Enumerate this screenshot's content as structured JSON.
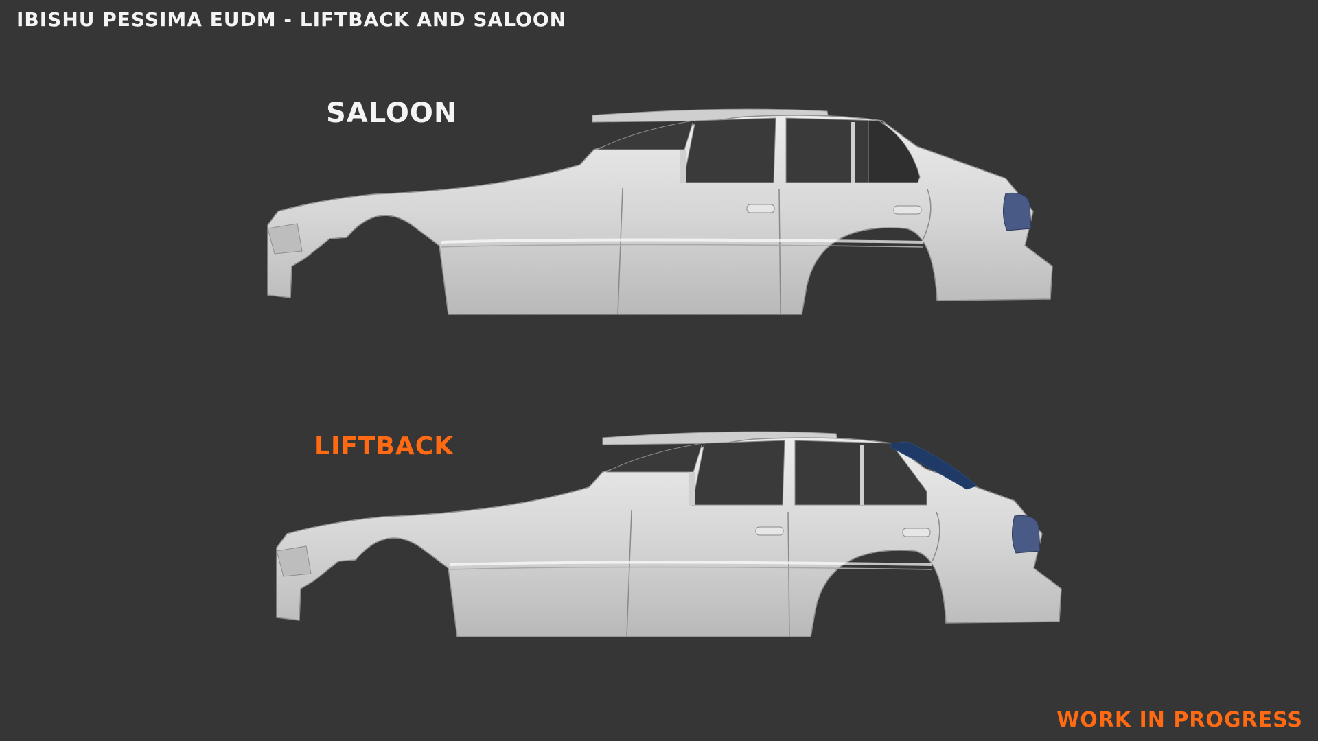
{
  "title": "IBISHU PESSIMA EUDM - LIFTBACK AND SALOON",
  "saloon": {
    "label": "SALOON"
  },
  "liftback": {
    "label": "LIFTBACK"
  },
  "footer": {
    "status": "WORK IN PROGRESS"
  },
  "colors": {
    "background": "#363636",
    "title_text": "#f4f4f4",
    "accent_orange": "#ff6a12",
    "body_panel": "#dcdcdc",
    "tail_light": "#4a5a86",
    "hatch_glass": "#1f3a66"
  }
}
